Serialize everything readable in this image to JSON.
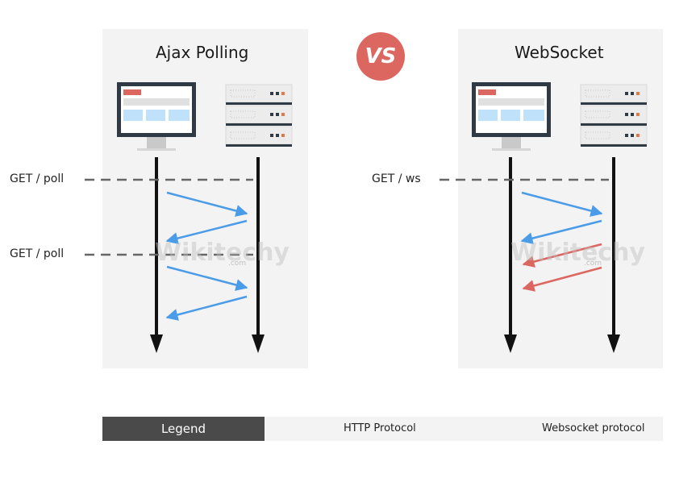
{
  "vs_badge": "VS",
  "left_panel": {
    "title": "Ajax Polling",
    "requests": [
      "GET / poll",
      "GET / poll"
    ]
  },
  "right_panel": {
    "title": "WebSocket",
    "requests": [
      "GET / ws"
    ]
  },
  "watermark": {
    "text": "Wikitechy",
    "suffix": ".com"
  },
  "legend": {
    "title": "Legend",
    "items": [
      {
        "label": "HTTP Protocol",
        "color": "#4a9be8"
      },
      {
        "label": "Websocket protocol",
        "color": "#dc6760"
      }
    ]
  },
  "colors": {
    "http": "#4a9be8",
    "websocket": "#dc6760",
    "accent": "#dc6760"
  }
}
